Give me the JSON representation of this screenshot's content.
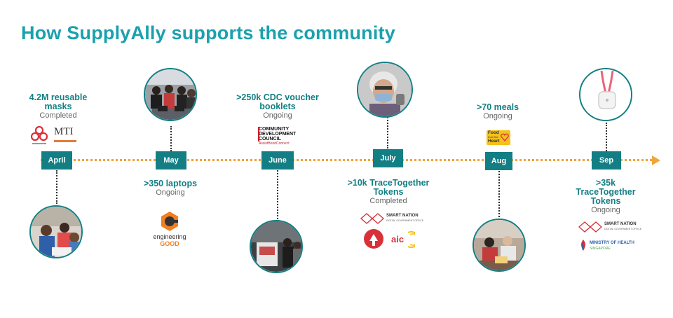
{
  "title": "How SupplyAlly  supports the community",
  "colors": {
    "accent": "#1aa1ad",
    "month_box": "#137f84",
    "timeline": "#f0a43a"
  },
  "months": [
    "April",
    "May",
    "June",
    "July",
    "Aug",
    "Sep"
  ],
  "events": [
    {
      "label_lines": [
        "4.2M reusable",
        "masks"
      ],
      "status": "Completed",
      "logos": [
        "peoples-association-logo",
        "mti-logo"
      ],
      "logo_text": {
        "mti": "MTI"
      }
    },
    {
      "label_lines": [
        ">350 laptops"
      ],
      "status": "Ongoing",
      "logos": [
        "engineering-good-logo"
      ],
      "logo_text": {
        "eg_line1": "engineering",
        "eg_line2": "GOOD"
      }
    },
    {
      "label_lines": [
        ">250k CDC voucher",
        "booklets"
      ],
      "status": "Ongoing",
      "logos": [
        "cdc-logo"
      ],
      "logo_text": {
        "cdc_line1": "COMMUNITY",
        "cdc_line2": "DEVELOPMENT",
        "cdc_line3": "COUNCIL",
        "cdc_line4": "AssistBondConnect"
      }
    },
    {
      "label_lines": [
        ">10k TraceTogether",
        "Tokens"
      ],
      "status": "Completed",
      "logos": [
        "smart-nation-logo",
        "lions-logo",
        "aic-logo"
      ],
      "logo_text": {
        "sn_line1": "SMART NATION",
        "sn_line2": "DIGITAL GOVERNMENT OFFICE",
        "aic": "aic"
      }
    },
    {
      "label_lines": [
        ">70 meals"
      ],
      "status": "Ongoing",
      "logos": [
        "food-from-the-heart-logo"
      ],
      "logo_text": {
        "ffh_line1": "Food",
        "ffh_line2": "from the",
        "ffh_line3": "Heart"
      }
    },
    {
      "label_lines": [
        ">35k",
        "TraceTogether",
        "Tokens"
      ],
      "status": "Ongoing",
      "logos": [
        "smart-nation-logo",
        "moh-logo"
      ],
      "logo_text": {
        "sn_line1": "SMART NATION",
        "sn_line2": "DIGITAL GOVERNMENT OFFICE",
        "moh_line1": "MINISTRY OF HEALTH",
        "moh_line2": "SINGAPORE"
      }
    }
  ],
  "photos": [
    "volunteers-photo",
    "laptops-volunteers-photo",
    "voucher-booth-photo",
    "elderly-with-token-photo",
    "meal-distribution-photo",
    "token-device-photo"
  ]
}
